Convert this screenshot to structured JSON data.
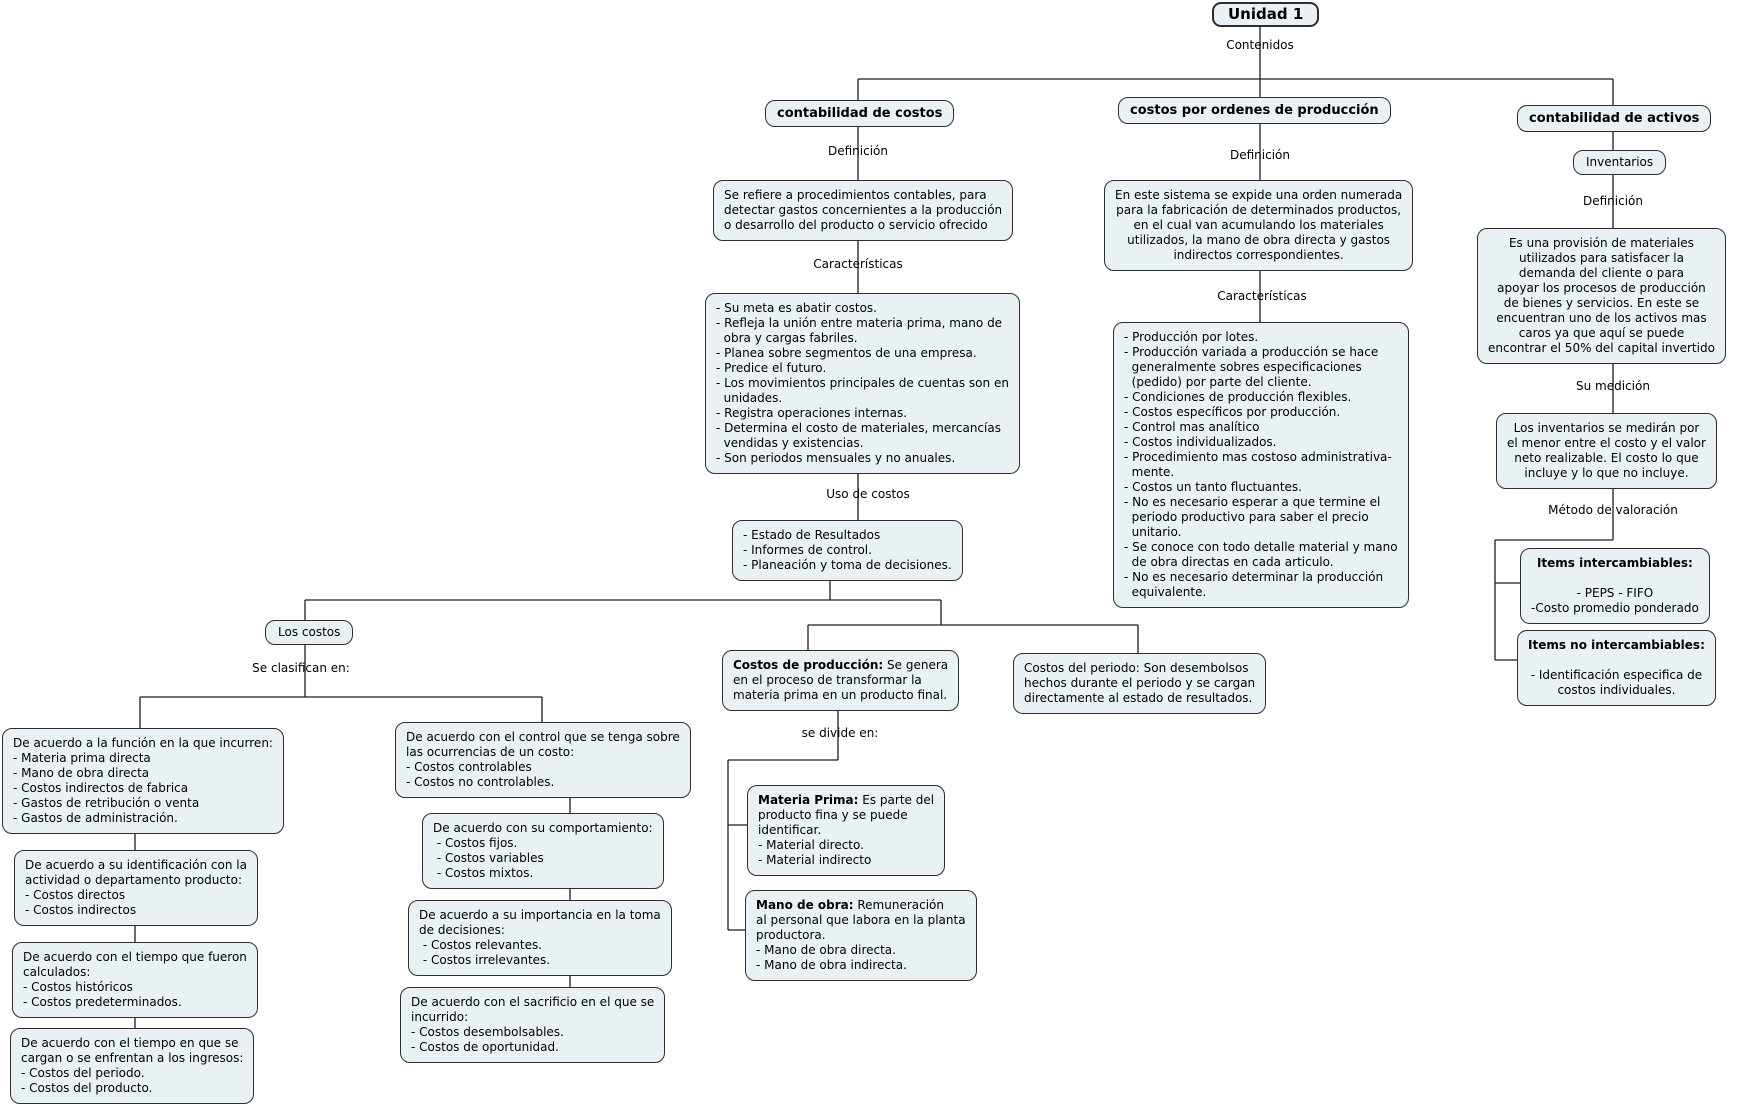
{
  "colors": {
    "background": "#ffffff",
    "node_fill": "#e9f1f4",
    "node_border": "#2e2e2e",
    "connector": "#1c1c1c",
    "text": "#000000"
  },
  "root": {
    "title": "Unidad 1",
    "connector_label": "Contenidos"
  },
  "labels": {
    "definicion_costos": "Definición",
    "caracteristicas_costos": "Características",
    "uso_costos": "Uso de costos",
    "se_clasifican": "Se clasifican en:",
    "se_divide": "se divide en:",
    "definicion_ordenes": "Definición",
    "caracteristicas_ordenes": "Características",
    "definicion_inventarios": "Definición",
    "su_medicion": "Su medición",
    "metodo_valoracion": "Método de valoración"
  },
  "nodes": {
    "cc_header": {
      "text": "contabilidad de costos"
    },
    "cc_def": {
      "text": "Se refiere a procedimientos contables, para\ndetectar gastos concernientes a la producción\no desarrollo del producto o servicio ofrecido"
    },
    "cc_caract": {
      "text": "- Su meta es abatir costos.\n- Refleja la unión entre materia prima, mano de\n  obra y cargas fabriles.\n- Planea sobre segmentos de una empresa.\n- Predice el futuro.\n- Los movimientos principales de cuentas son en\n  unidades.\n- Registra operaciones internas.\n- Determina el costo de materiales, mercancías\n  vendidas y existencias.\n- Son periodos mensuales y no anuales."
    },
    "cc_uso": {
      "text": "- Estado de Resultados\n- Informes de control.\n- Planeación y toma de decisiones."
    },
    "los_costos": {
      "text": "Los costos"
    },
    "l1": {
      "text": "De acuerdo a la función en la que incurren:\n- Materia prima directa\n- Mano de obra directa\n- Costos indirectos de fabrica\n- Gastos de retribución o venta\n- Gastos de administración."
    },
    "l2": {
      "text": "De acuerdo a su identificación con la\nactividad o departamento producto:\n- Costos directos\n- Costos indirectos"
    },
    "l3": {
      "text": "De acuerdo con el tiempo que fueron\ncalculados:\n- Costos históricos\n- Costos predeterminados."
    },
    "l4": {
      "text": "De acuerdo con el tiempo en que se\ncargan o se enfrentan a los ingresos:\n- Costos del periodo.\n- Costos del producto."
    },
    "m1": {
      "text": "De acuerdo con el control que se tenga sobre\nlas ocurrencias de un costo:\n- Costos controlables\n- Costos no controlables."
    },
    "m2": {
      "text": "De acuerdo con su comportamiento:\n - Costos fijos.\n - Costos variables\n - Costos mixtos."
    },
    "m3": {
      "text": "De acuerdo a su importancia en la toma\nde decisiones:\n - Costos relevantes.\n - Costos irrelevantes."
    },
    "m4": {
      "text": "De acuerdo con el sacrificio en el que se\nincurrido:\n- Costos desembolsables.\n- Costos de oportunidad."
    },
    "prod": {
      "title": "Costos de producción:",
      "body": " Se genera\nen el proceso de transformar la\nmateria prima en un producto final."
    },
    "periodo": {
      "text": "Costos del periodo: Son desembolsos\nhechos durante el periodo y se cargan\ndirectamente al estado de resultados."
    },
    "materia": {
      "title": "Materia Prima:",
      "body": " Es parte del\nproducto fina y se puede\nidentificar.\n- Material directo.\n- Material indirecto"
    },
    "mano": {
      "title": "Mano de obra:",
      "body": " Remuneración\nal personal que labora en la planta\nproductora.\n- Mano de obra directa.\n- Mano de obra indirecta."
    },
    "cpop_header": {
      "text": "costos por ordenes de producción"
    },
    "cpop_def": {
      "text": "En este sistema se expide una orden numerada\npara la fabricación de determinados productos,\nen el cual van acumulando los materiales\nutilizados, la mano de obra directa y gastos\nindirectos correspondientes."
    },
    "cpop_caract": {
      "text": "- Producción por lotes.\n- Producción variada a producción se hace\n  generalmente sobres especificaciones\n  (pedido) por parte del cliente.\n- Condiciones de producción flexibles.\n- Costos específicos por producción.\n- Control mas analítico\n- Costos individualizados.\n- Procedimiento mas costoso administrativa-\n  mente.\n- Costos un tanto fluctuantes.\n- No es necesario esperar a que termine el\n  periodo productivo para saber el precio\n  unitario.\n- Se conoce con todo detalle material y mano\n  de obra directas en cada articulo.\n- No es necesario determinar la producción\n  equivalente."
    },
    "ca_header": {
      "text": "contabilidad de activos"
    },
    "inventarios": {
      "text": "Inventarios"
    },
    "ca_def": {
      "text": "Es una provisión de materiales\nutilizados para satisfacer la\ndemanda del cliente o para\napoyar los procesos de producción\nde bienes y servicios. En este se\nencuentran uno de los activos mas\ncaros ya que aquí se puede\nencontrar el 50% del capital invertido"
    },
    "ca_medicion": {
      "text": "Los inventarios se medirán por\nel menor entre el costo y el valor\nneto realizable. El costo lo que\nincluye y lo que no incluye."
    },
    "items1": {
      "title": "Items intercambiables:",
      "body": "\n\n- PEPS - FIFO\n-Costo promedio ponderado"
    },
    "items2": {
      "title": "Items no intercambiables:",
      "body": "\n\n- Identificación especifica de\ncostos individuales."
    }
  }
}
